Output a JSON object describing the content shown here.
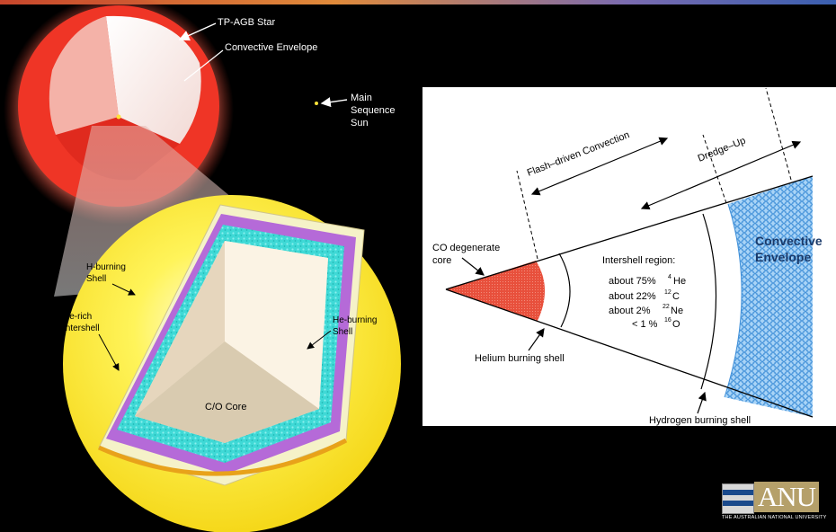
{
  "star": {
    "title": "TP-AGB Star",
    "envelope": "Convective Envelope",
    "sun_lines": [
      "Main",
      "Sequence",
      "Sun"
    ]
  },
  "interior": {
    "h_burning": [
      "H-burning",
      "Shell"
    ],
    "he_rich": [
      "He-rich",
      "Intershell"
    ],
    "he_burning": [
      "He-burning",
      "Shell"
    ],
    "core": "C/O Core"
  },
  "schematic": {
    "flash": "Flash–driven Convection",
    "dredge": "Dredge–Up",
    "co_core": [
      "CO degenerate",
      "core"
    ],
    "envelope": [
      "Convective",
      "Envelope"
    ],
    "intershell_title": "Intershell region:",
    "abundances": [
      {
        "prefix": "about 75%",
        "mass": "4",
        "element": "He"
      },
      {
        "prefix": "about 22%",
        "mass": "12",
        "element": "C"
      },
      {
        "prefix": "about 2%",
        "mass": "22",
        "element": "Ne"
      },
      {
        "prefix": "< 1 %",
        "mass": "16",
        "element": "O"
      }
    ],
    "helium_shell": "Helium burning shell",
    "hydrogen_shell": "Hydrogen burning shell"
  },
  "logo": {
    "text": "ANU",
    "subtitle": "THE AUSTRALIAN NATIONAL UNIVERSITY"
  },
  "colors": {
    "star_red": "#e8312a",
    "interior_yellow": "#ffef3a",
    "he_shell_cyan": "#3fd9d6",
    "h_shell_purple": "#b56ad8",
    "core_cream": "#fbf3e4",
    "co_core_red": "#e8503c",
    "envelope_blue": "#6fb1ea"
  }
}
